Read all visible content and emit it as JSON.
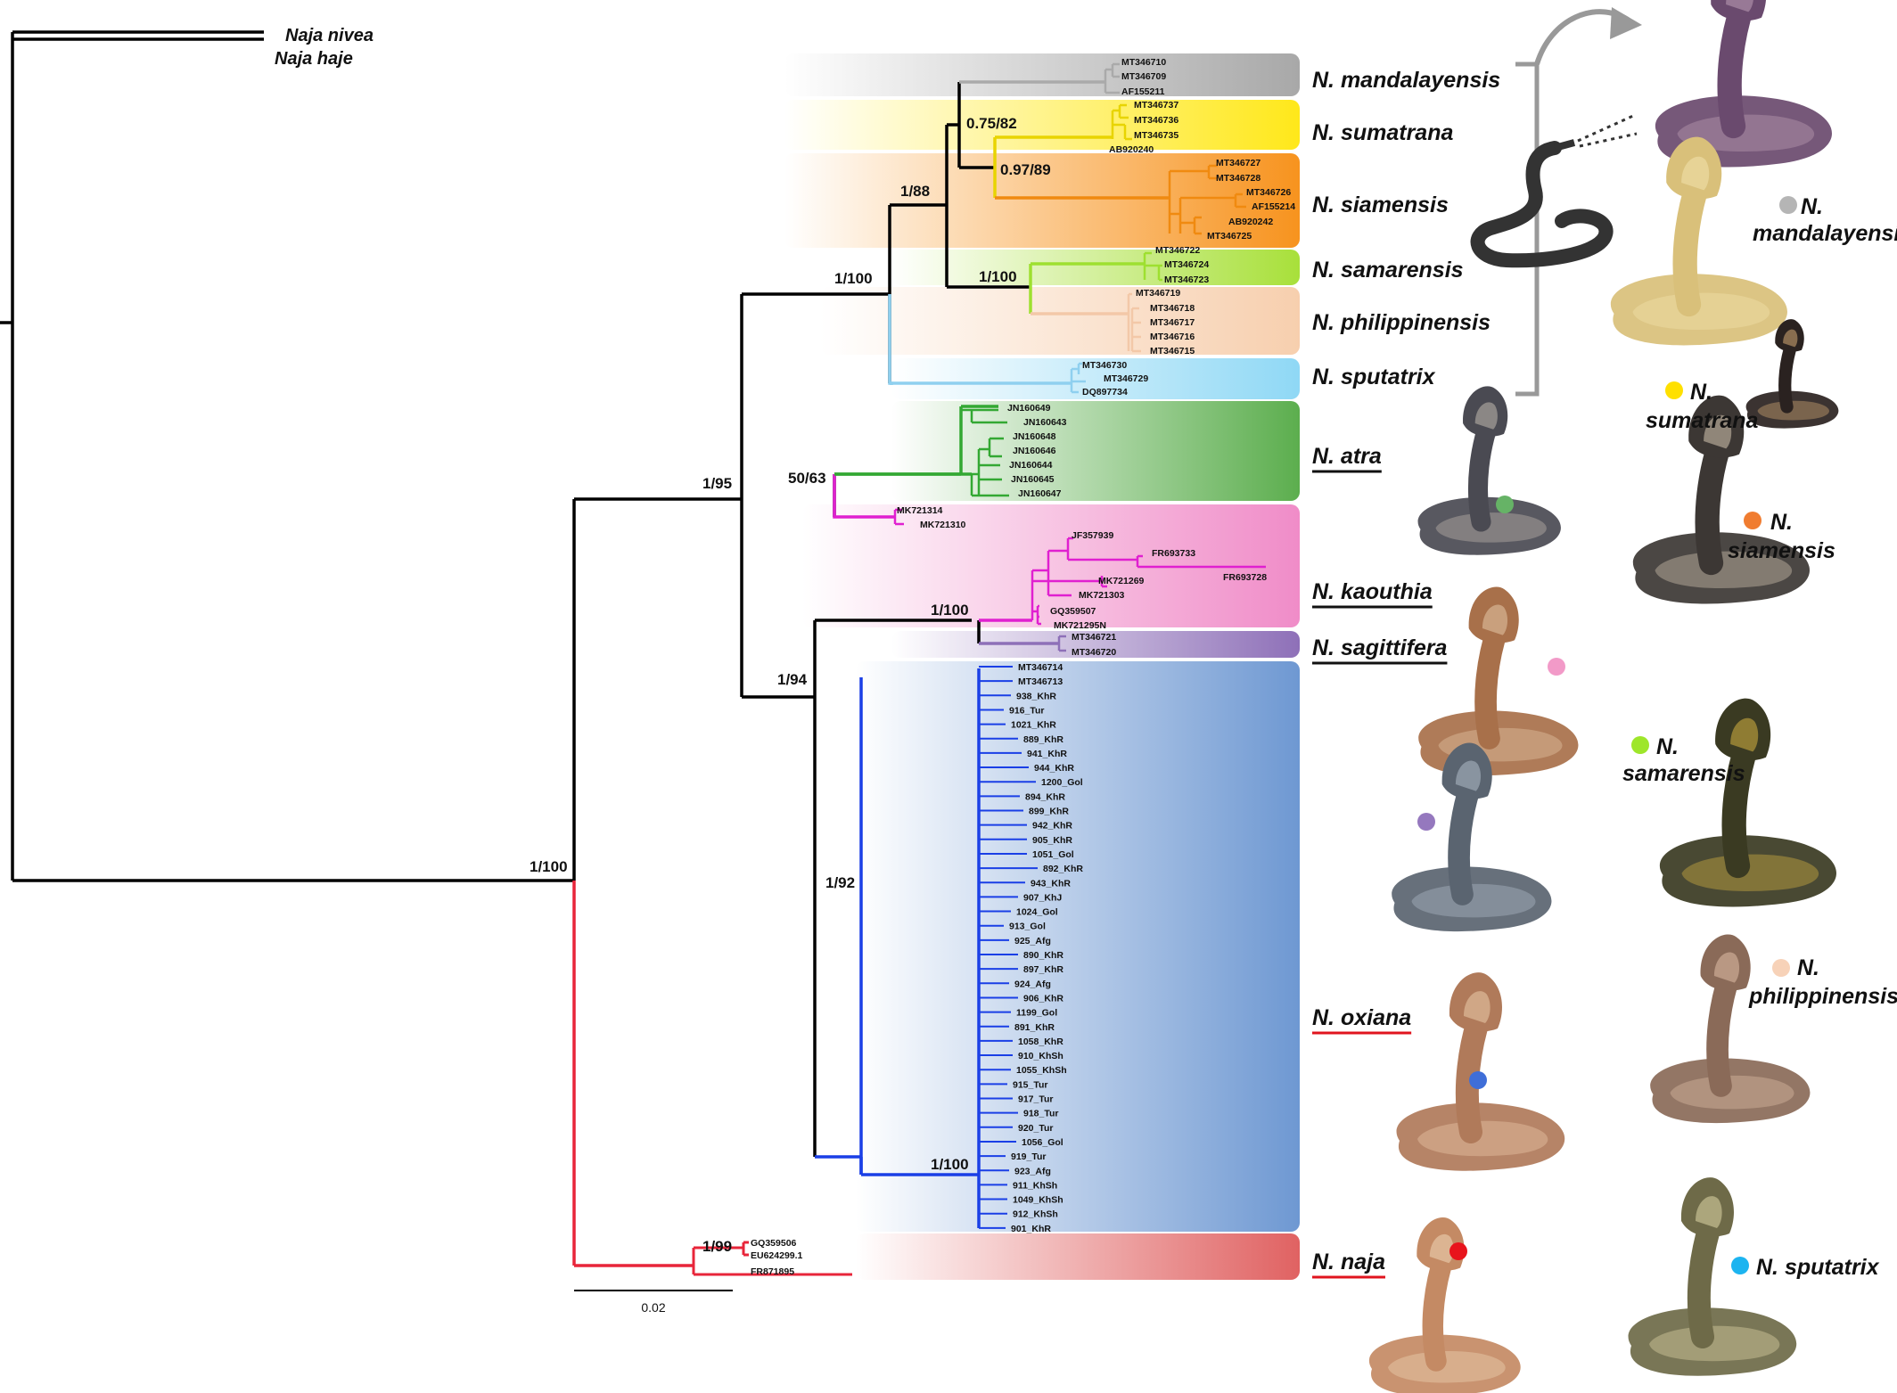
{
  "outgroups": [
    "Naja nivea",
    "Naja haje"
  ],
  "clades": [
    {
      "key": "mandalayensis",
      "label": "N. mandalayensis",
      "color": "#a8a8a8",
      "underline": "none",
      "tips": [
        "MT346710",
        "MT346709",
        "AF155211"
      ]
    },
    {
      "key": "sumatrana",
      "label": "N. sumatrana",
      "color": "#ffe81a",
      "underline": "none",
      "tips": [
        "MT346737",
        "MT346736",
        "MT346735",
        "AB920240"
      ]
    },
    {
      "key": "siamensis",
      "label": "N. siamensis",
      "color": "#f7931e",
      "underline": "none",
      "tips": [
        "MT346727",
        "MT346728",
        "MT346726",
        "AF155214",
        "AB920242",
        "MT346725"
      ]
    },
    {
      "key": "samarensis",
      "label": "N. samarensis",
      "color": "#a8e03a",
      "underline": "none",
      "tips": [
        "MT346722",
        "MT346724",
        "MT346723"
      ]
    },
    {
      "key": "philippinensis",
      "label": "N. philippinensis",
      "color": "#f7cfae",
      "underline": "none",
      "tips": [
        "MT346719",
        "MT346718",
        "MT346717",
        "MT346716",
        "MT346715"
      ]
    },
    {
      "key": "sputatrix",
      "label": "N. sputatrix",
      "color": "#8fd8f5",
      "underline": "none",
      "tips": [
        "MT346730",
        "MT346729",
        "DQ897734"
      ]
    },
    {
      "key": "atra",
      "label": "N. atra",
      "color": "#5cae4e",
      "underline": "black",
      "tips": [
        "JN160649",
        "JN160643",
        "JN160648",
        "JN160646",
        "JN160644",
        "JN160645",
        "JN160647"
      ]
    },
    {
      "key": "kaouthia",
      "label": "N. kaouthia",
      "color": "#f08cc8",
      "underline": "black",
      "tips": [
        "MK721314",
        "MK721310",
        "JF357939",
        "FR693733",
        "FR693728",
        "MK721269",
        "MK721303",
        "GQ359507",
        "MK721295N"
      ]
    },
    {
      "key": "sagittifera",
      "label": "N. sagittifera",
      "color": "#8e70b8",
      "underline": "black",
      "tips": [
        "MT346721",
        "MT346720"
      ]
    },
    {
      "key": "oxiana",
      "label": "N. oxiana",
      "color": "#6e98d2",
      "underline": "red",
      "tips": [
        "MT346714",
        "MT346713",
        "938_KhR",
        "916_Tur",
        "1021_KhR",
        "889_KhR",
        "941_KhR",
        "944_KhR",
        "1200_Gol",
        "894_KhR",
        "899_KhR",
        "942_KhR",
        "905_KhR",
        "1051_Gol",
        "892_KhR",
        "943_KhR",
        "907_KhJ",
        "1024_Gol",
        "913_Gol",
        "925_Afg",
        "890_KhR",
        "897_KhR",
        "924_Afg",
        "906_KhR",
        "1199_Gol",
        "891_KhR",
        "1058_KhR",
        "910_KhSh",
        "1055_KhSh",
        "915_Tur",
        "917_Tur",
        "918_Tur",
        "920_Tur",
        "1056_Gol",
        "919_Tur",
        "923_Afg",
        "911_KhSh",
        "1049_KhSh",
        "912_KhSh",
        "901_KhR"
      ]
    },
    {
      "key": "naja",
      "label": "N. naja",
      "color": "#e06262",
      "underline": "red",
      "tips": [
        "GQ359506",
        "EU624299.1",
        "FR871895"
      ]
    }
  ],
  "supports": [
    "1/100",
    "1/95",
    "1/100",
    "1/88",
    "0.75/82",
    "0.97/89",
    "1/100",
    "50/63",
    "1/94",
    "1/100",
    "1/92",
    "1/100",
    "1/99"
  ],
  "scale_bar": "0.02",
  "photo_labels": [
    {
      "key": "mandalayensis",
      "lines": [
        "N.",
        "mandalayensis"
      ],
      "dot": "#b5b5b5"
    },
    {
      "key": "sumatrana",
      "lines": [
        "N.",
        "sumatrana"
      ],
      "dot": "#ffe000"
    },
    {
      "key": "siamensis",
      "lines": [
        "N.",
        "siamensis"
      ],
      "dot": "#f07c30"
    },
    {
      "key": "samarensis",
      "lines": [
        "N.",
        "samarensis"
      ],
      "dot": "#9ee62a"
    },
    {
      "key": "philippinensis",
      "lines": [
        "N.",
        "philippinensis"
      ],
      "dot": "#f7d2b8"
    },
    {
      "key": "sputatrix",
      "lines": [
        "N. sputatrix"
      ],
      "dot": "#1cb4f0"
    }
  ],
  "photo_dots": {
    "atra": "#66b366",
    "kaouthia": "#f29ac8",
    "sagittifera": "#9578be",
    "oxiana": "#3f6ed8",
    "naja": "#e8141c"
  },
  "colors": {
    "red_branch": "#e8253a",
    "oxiana_branch": "#1a3fe6",
    "bracket": "#999999"
  }
}
